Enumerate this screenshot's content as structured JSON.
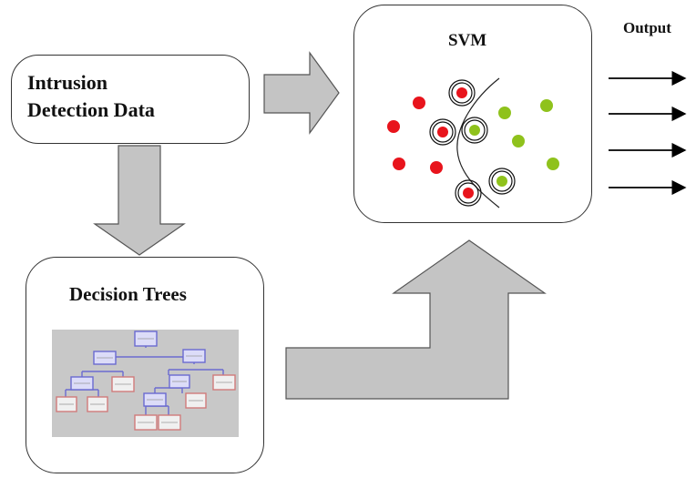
{
  "input_box": {
    "line1": "Intrusion",
    "line2": "Detection Data"
  },
  "decision_box": {
    "title": "Decision Trees"
  },
  "svm_box": {
    "title": "SVM"
  },
  "output": {
    "label": "Output"
  },
  "colors": {
    "class_a": "#e8141c",
    "class_b": "#8fc21c",
    "block_arrow": "#c4c4c4",
    "tree_bg": "#c8c8c8",
    "tree_node_blue": "#7b7bd8",
    "tree_node_red": "#d07a7a"
  }
}
